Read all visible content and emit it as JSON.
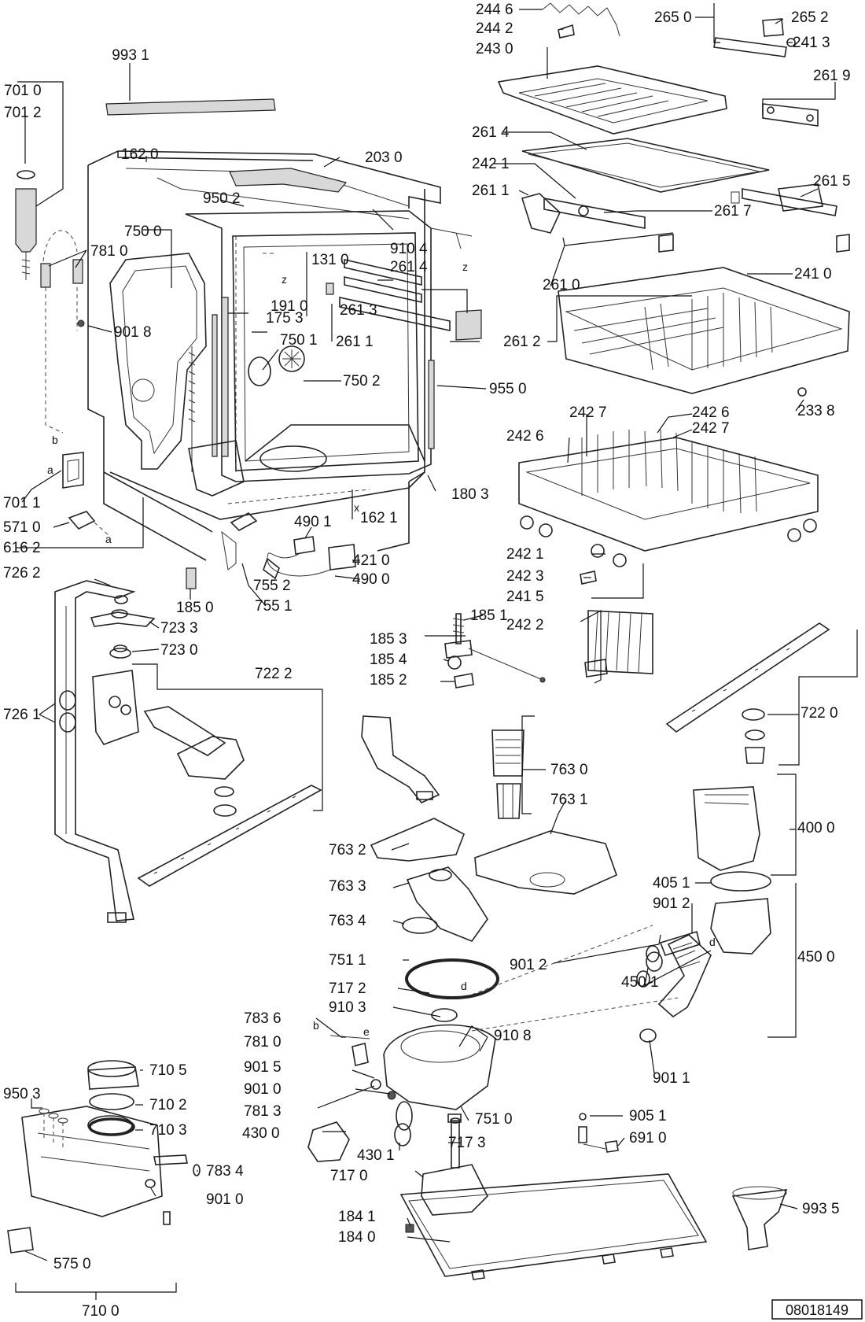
{
  "drawing_number": "08018149",
  "letters": [
    "z",
    "z",
    "b",
    "a",
    "a",
    "x",
    "d",
    "b",
    "e",
    "d"
  ],
  "labels": [
    "993 1",
    "701 0",
    "701 2",
    "162 0",
    "203 0",
    "950 2",
    "750 0",
    "781 0",
    "131 0",
    "910 4",
    "261 4",
    "901 8",
    "191 0",
    "175 3",
    "261 3",
    "261 1",
    "750 1",
    "750 2",
    "955 0",
    "180 3",
    "701 1",
    "571 0",
    "616 2",
    "490 1",
    "162 1",
    "421 0",
    "490 0",
    "726 2",
    "185 0",
    "755 2",
    "755 1",
    "723 3",
    "723 0",
    "722 2",
    "726 1",
    "244 6",
    "244 2",
    "243 0",
    "265 0",
    "265 2",
    "241 3",
    "261 9",
    "261 4",
    "242 1",
    "261 1",
    "261 7",
    "261 5",
    "261 0",
    "241 0",
    "261 2",
    "233 8",
    "242 7",
    "242 6",
    "242 6",
    "242 7",
    "242 1",
    "242 3",
    "241 5",
    "185 1",
    "185 3",
    "185 4",
    "185 2",
    "242 2",
    "722 0",
    "763 0",
    "763 1",
    "763 2",
    "763 3",
    "763 4",
    "400 0",
    "405 1",
    "901 2",
    "450 0",
    "751 1",
    "901 2",
    "450 1",
    "717 2",
    "910 3",
    "910 8",
    "783 6",
    "781 0",
    "901 1",
    "901 5",
    "901 0",
    "781 3",
    "751 0",
    "430 0",
    "430 1",
    "717 3",
    "905 1",
    "691 0",
    "717 0",
    "950 3",
    "710 5",
    "710 2",
    "710 3",
    "783 4",
    "901 0",
    "993 5",
    "575 0",
    "184 1",
    "184 0",
    "710 0"
  ]
}
